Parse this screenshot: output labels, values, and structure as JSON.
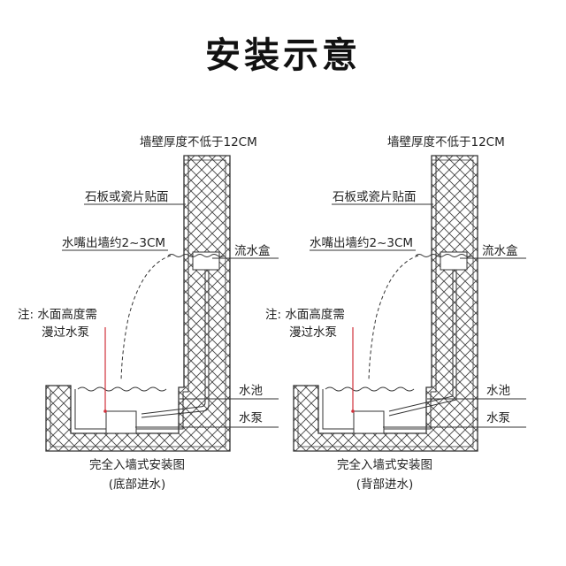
{
  "title": "安装示意",
  "diagrams": [
    {
      "wall_thickness": "墙壁厚度不低于12CM",
      "facing": "石板或瓷片贴面",
      "spout": "水嘴出墙约2~3CM",
      "flow_box": "流水盒",
      "note_line1": "注: 水面高度需",
      "note_line2": "漫过水泵",
      "pool": "水池",
      "pump": "水泵",
      "caption": "完全入墙式安装图",
      "subcaption": "(底部进水)"
    },
    {
      "wall_thickness": "墙壁厚度不低于12CM",
      "facing": "石板或瓷片贴面",
      "spout": "水嘴出墙约2~3CM",
      "flow_box": "流水盒",
      "note_line1": "注: 水面高度需",
      "note_line2": "漫过水泵",
      "pool": "水池",
      "pump": "水泵",
      "caption": "完全入墙式安装图",
      "subcaption": "(背部进水)"
    }
  ],
  "colors": {
    "line": "#333333",
    "note_pointer": "#d0303a"
  }
}
